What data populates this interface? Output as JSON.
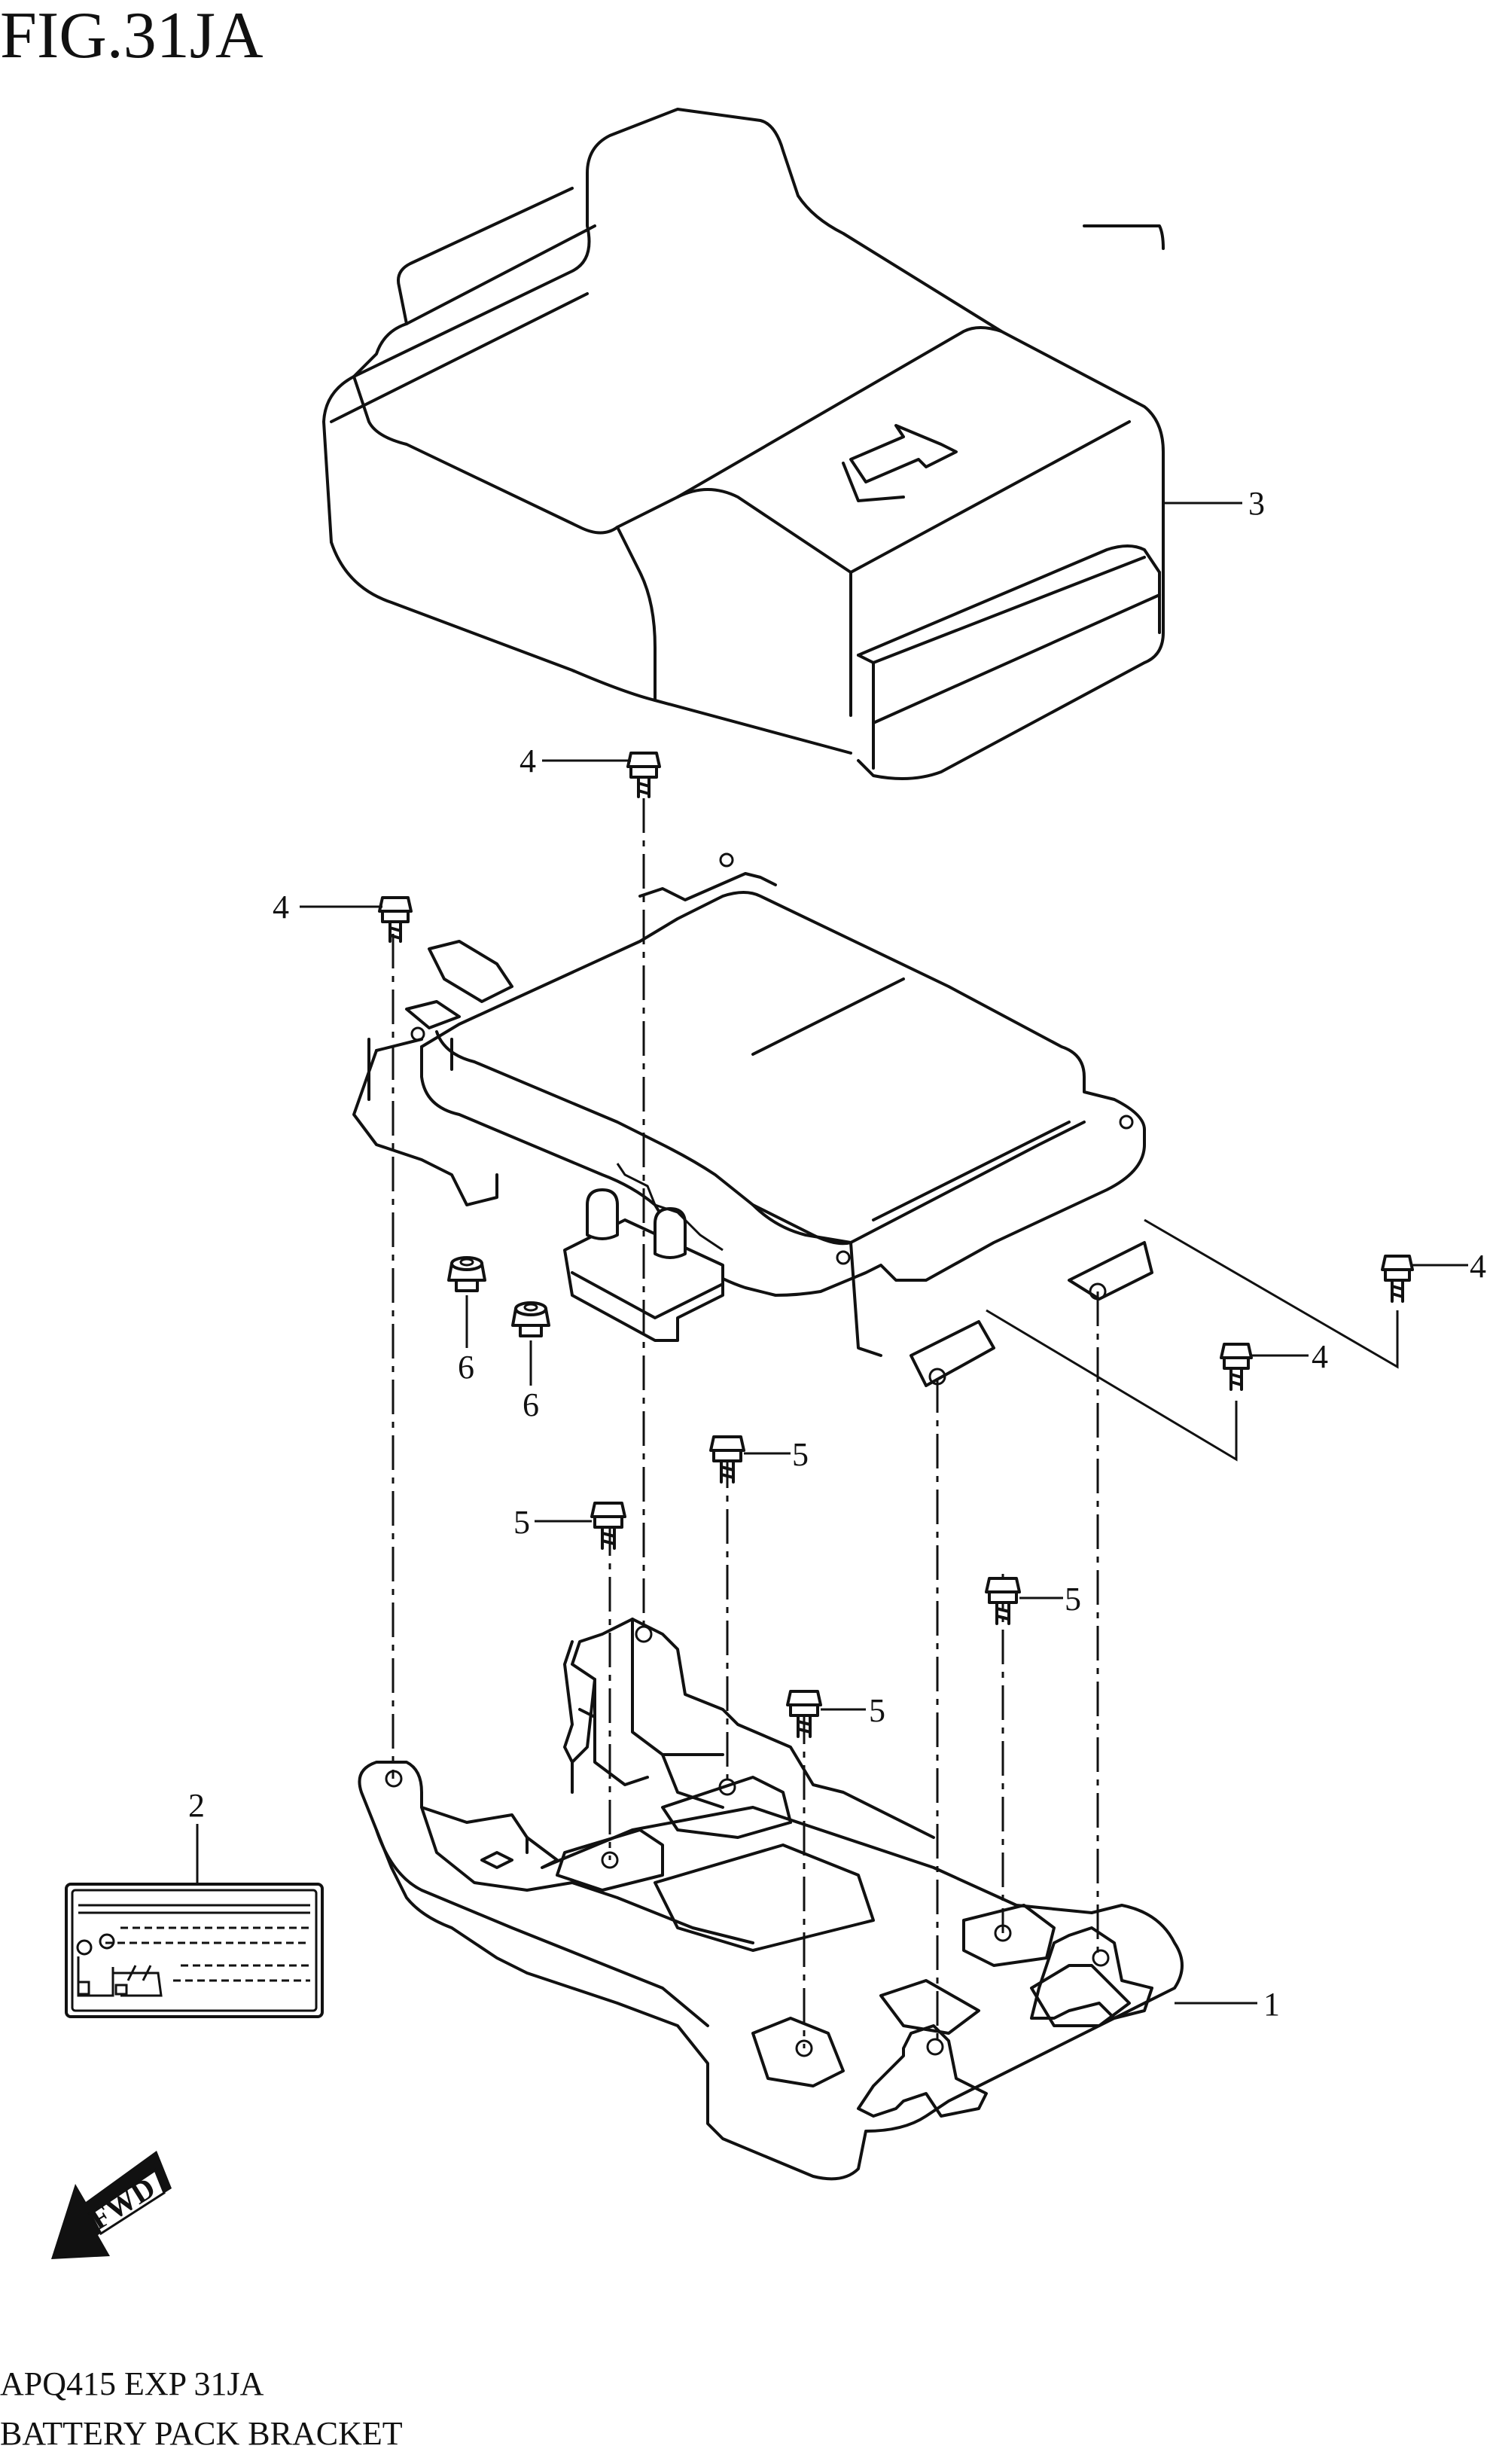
{
  "figure": {
    "title": "FIG.31JA",
    "footer_code": "APQ415 EXP 31JA",
    "footer_name": "BATTERY PACK BRACKET",
    "fwd_label": "FWD"
  },
  "callouts": {
    "part_1": "1",
    "part_2": "2",
    "part_3": "3",
    "part_4a": "4",
    "part_4b": "4",
    "part_4c": "4",
    "part_4d": "4",
    "part_5a": "5",
    "part_5b": "5",
    "part_5c": "5",
    "part_5d": "5",
    "part_6a": "6",
    "part_6b": "6"
  }
}
